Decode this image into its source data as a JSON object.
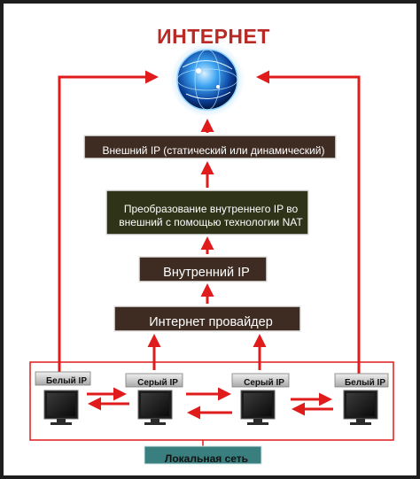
{
  "title": "ИНТЕРНЕТ",
  "boxes": {
    "external_ip": "Внешний IP (статический или динамический)",
    "nat": "Преобразование внутреннего IP во внешний с помощью технологии NAT",
    "internal_ip": "Внутренний IP",
    "provider": "Интернет провайдер",
    "local_network": "Локальная сеть"
  },
  "computers": [
    {
      "tag": "Белый IP"
    },
    {
      "tag": "Серый IP"
    },
    {
      "tag": "Серый IP"
    },
    {
      "tag": "Белый IP"
    }
  ],
  "colors": {
    "arrow": "#e01b1b",
    "box_fill": "#3e2b22",
    "nat_fill": "#2f3318",
    "tag_fill": "#c9c9c9",
    "local_fill": "#3a7f80",
    "title": "#b82a23"
  },
  "icons": [
    "globe-icon",
    "monitor-icon"
  ]
}
